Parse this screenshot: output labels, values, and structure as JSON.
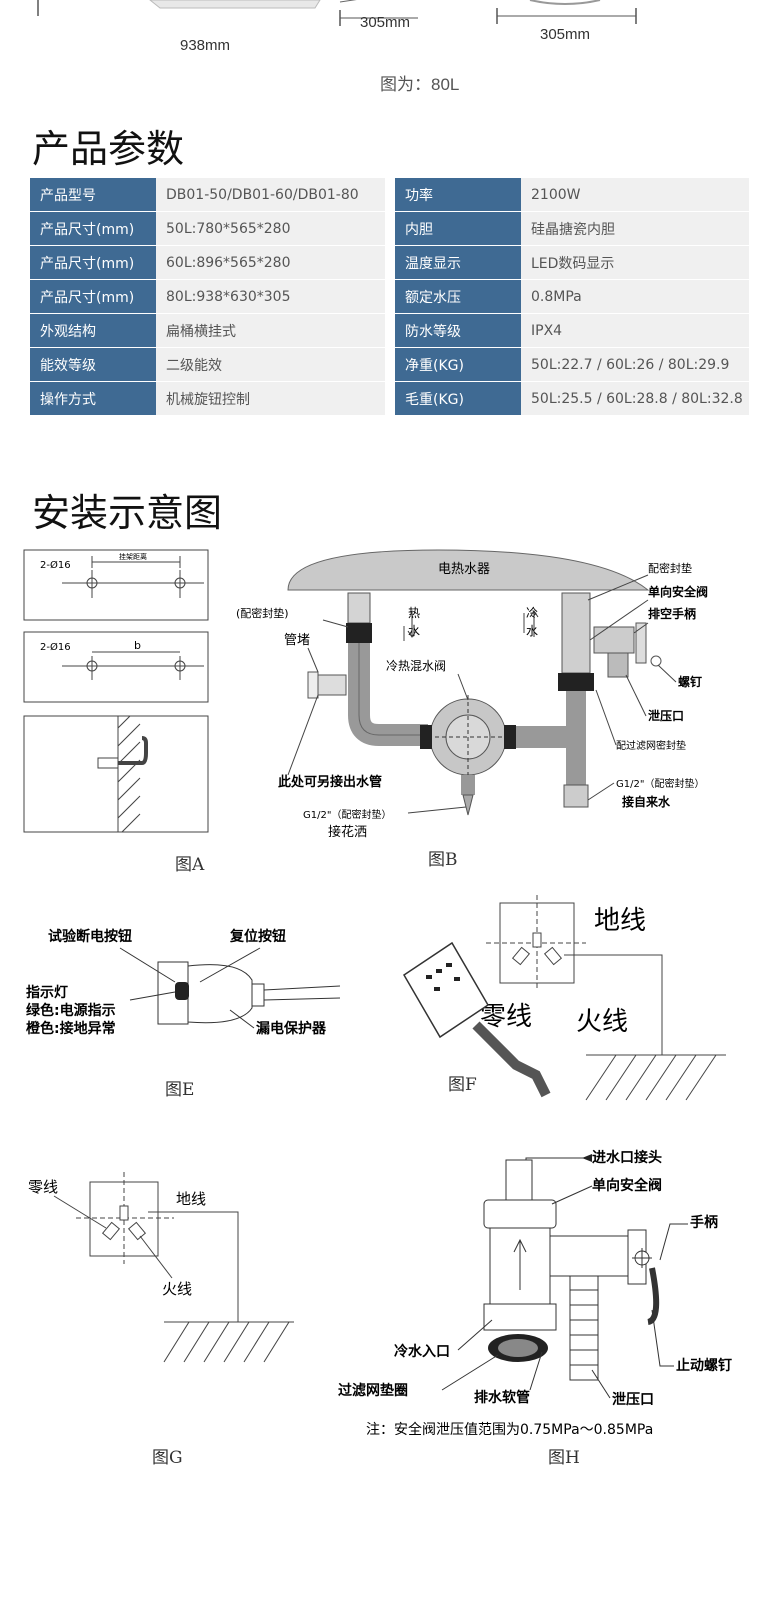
{
  "top": {
    "dim_938": "938mm",
    "dim_305a": "305mm",
    "dim_305b": "305mm",
    "caption": "图为：80L"
  },
  "params": {
    "title": "产品参数",
    "rows": [
      {
        "k1": "产品型号",
        "v1": "DB01-50/DB01-60/DB01-80",
        "k2": "功率",
        "v2": "2100W"
      },
      {
        "k1": "产品尺寸(mm)",
        "v1": "50L:780*565*280",
        "k2": "内胆",
        "v2": "硅晶搪瓷内胆"
      },
      {
        "k1": "产品尺寸(mm)",
        "v1": "60L:896*565*280",
        "k2": "温度显示",
        "v2": "LED数码显示"
      },
      {
        "k1": "产品尺寸(mm)",
        "v1": "80L:938*630*305",
        "k2": "额定水压",
        "v2": "0.8MPa"
      },
      {
        "k1": "外观结构",
        "v1": "扁桶横挂式",
        "k2": "防水等级",
        "v2": "IPX4"
      },
      {
        "k1": "能效等级",
        "v1": "二级能效",
        "k2": "净重(KG)",
        "v2": "50L:22.7 / 60L:26 / 80L:29.9"
      },
      {
        "k1": "操作方式",
        "v1": "机械旋钮控制",
        "k2": "毛重(KG)",
        "v2": "50L:25.5 / 60L:28.8 / 80L:32.8"
      }
    ]
  },
  "install": {
    "title": "安装示意图",
    "figA": {
      "label": "图A",
      "hole1": "2-Ø16",
      "spacing": "挂架距离",
      "hole2": "2-Ø16",
      "b": "b"
    },
    "figB": {
      "label": "图B",
      "heater": "电热水器",
      "seal_right": "配密封垫",
      "one_way_valve": "单向安全阀",
      "drain_handle": "排空手柄",
      "seal_left": "(配密封垫)",
      "hot": "热",
      "hot2": "水",
      "cold": "冷",
      "cold2": "水",
      "pipe_plug": "管堵",
      "mixing_valve": "冷热混水阀",
      "screw": "螺钉",
      "relief": "泄压口",
      "filter_seal": "配过滤网密封垫",
      "g12_right": "G1/2\"（配密封垫）",
      "inlet": "接自来水",
      "outlet_note": "此处可另接出水管",
      "g12_left": "G1/2\"（配密封垫）",
      "shower": "接花洒"
    },
    "figE": {
      "label": "图E",
      "test_btn": "试验断电按钮",
      "reset_btn": "复位按钮",
      "indicator": "指示灯",
      "green": "绿色:电源指示",
      "orange": "橙色:接地异常",
      "protector": "漏电保护器"
    },
    "figF": {
      "label": "图F",
      "ground": "地线",
      "neutral": "零线",
      "live": "火线"
    },
    "figG": {
      "label": "图G",
      "neutral": "零线",
      "ground": "地线",
      "live": "火线"
    },
    "figH": {
      "label": "图H",
      "inlet_joint": "进水口接头",
      "one_way_valve": "单向安全阀",
      "handle": "手柄",
      "cold_inlet": "冷水入口",
      "stop_screw": "止动螺钉",
      "filter_ring": "过滤网垫圈",
      "drain_hose": "排水软管",
      "relief": "泄压口",
      "note": "注：安全阀泄压值范围为0.75MPa～0.85MPa"
    }
  }
}
